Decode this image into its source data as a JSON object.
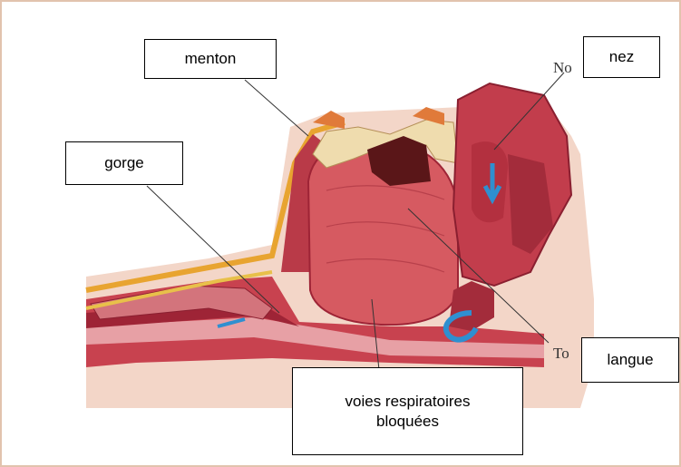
{
  "labels": {
    "menton": "menton",
    "gorge": "gorge",
    "nez": "nez",
    "langue": "langue",
    "voies": "voies respiratoires\nbloquées"
  },
  "underlying_text": {
    "nose_fragment": "No",
    "tongue_fragment": "To"
  },
  "colors": {
    "border": "#e2c3ae",
    "skin": "#f3d6c8",
    "tissue": "#c8424f",
    "tissue_dark": "#9e2436",
    "bone": "#efdcae",
    "nerve": "#e8a430",
    "airway_arrow": "#2f8fd0"
  },
  "icons": [
    "down-arrow-icon",
    "curved-arrow-icon"
  ]
}
